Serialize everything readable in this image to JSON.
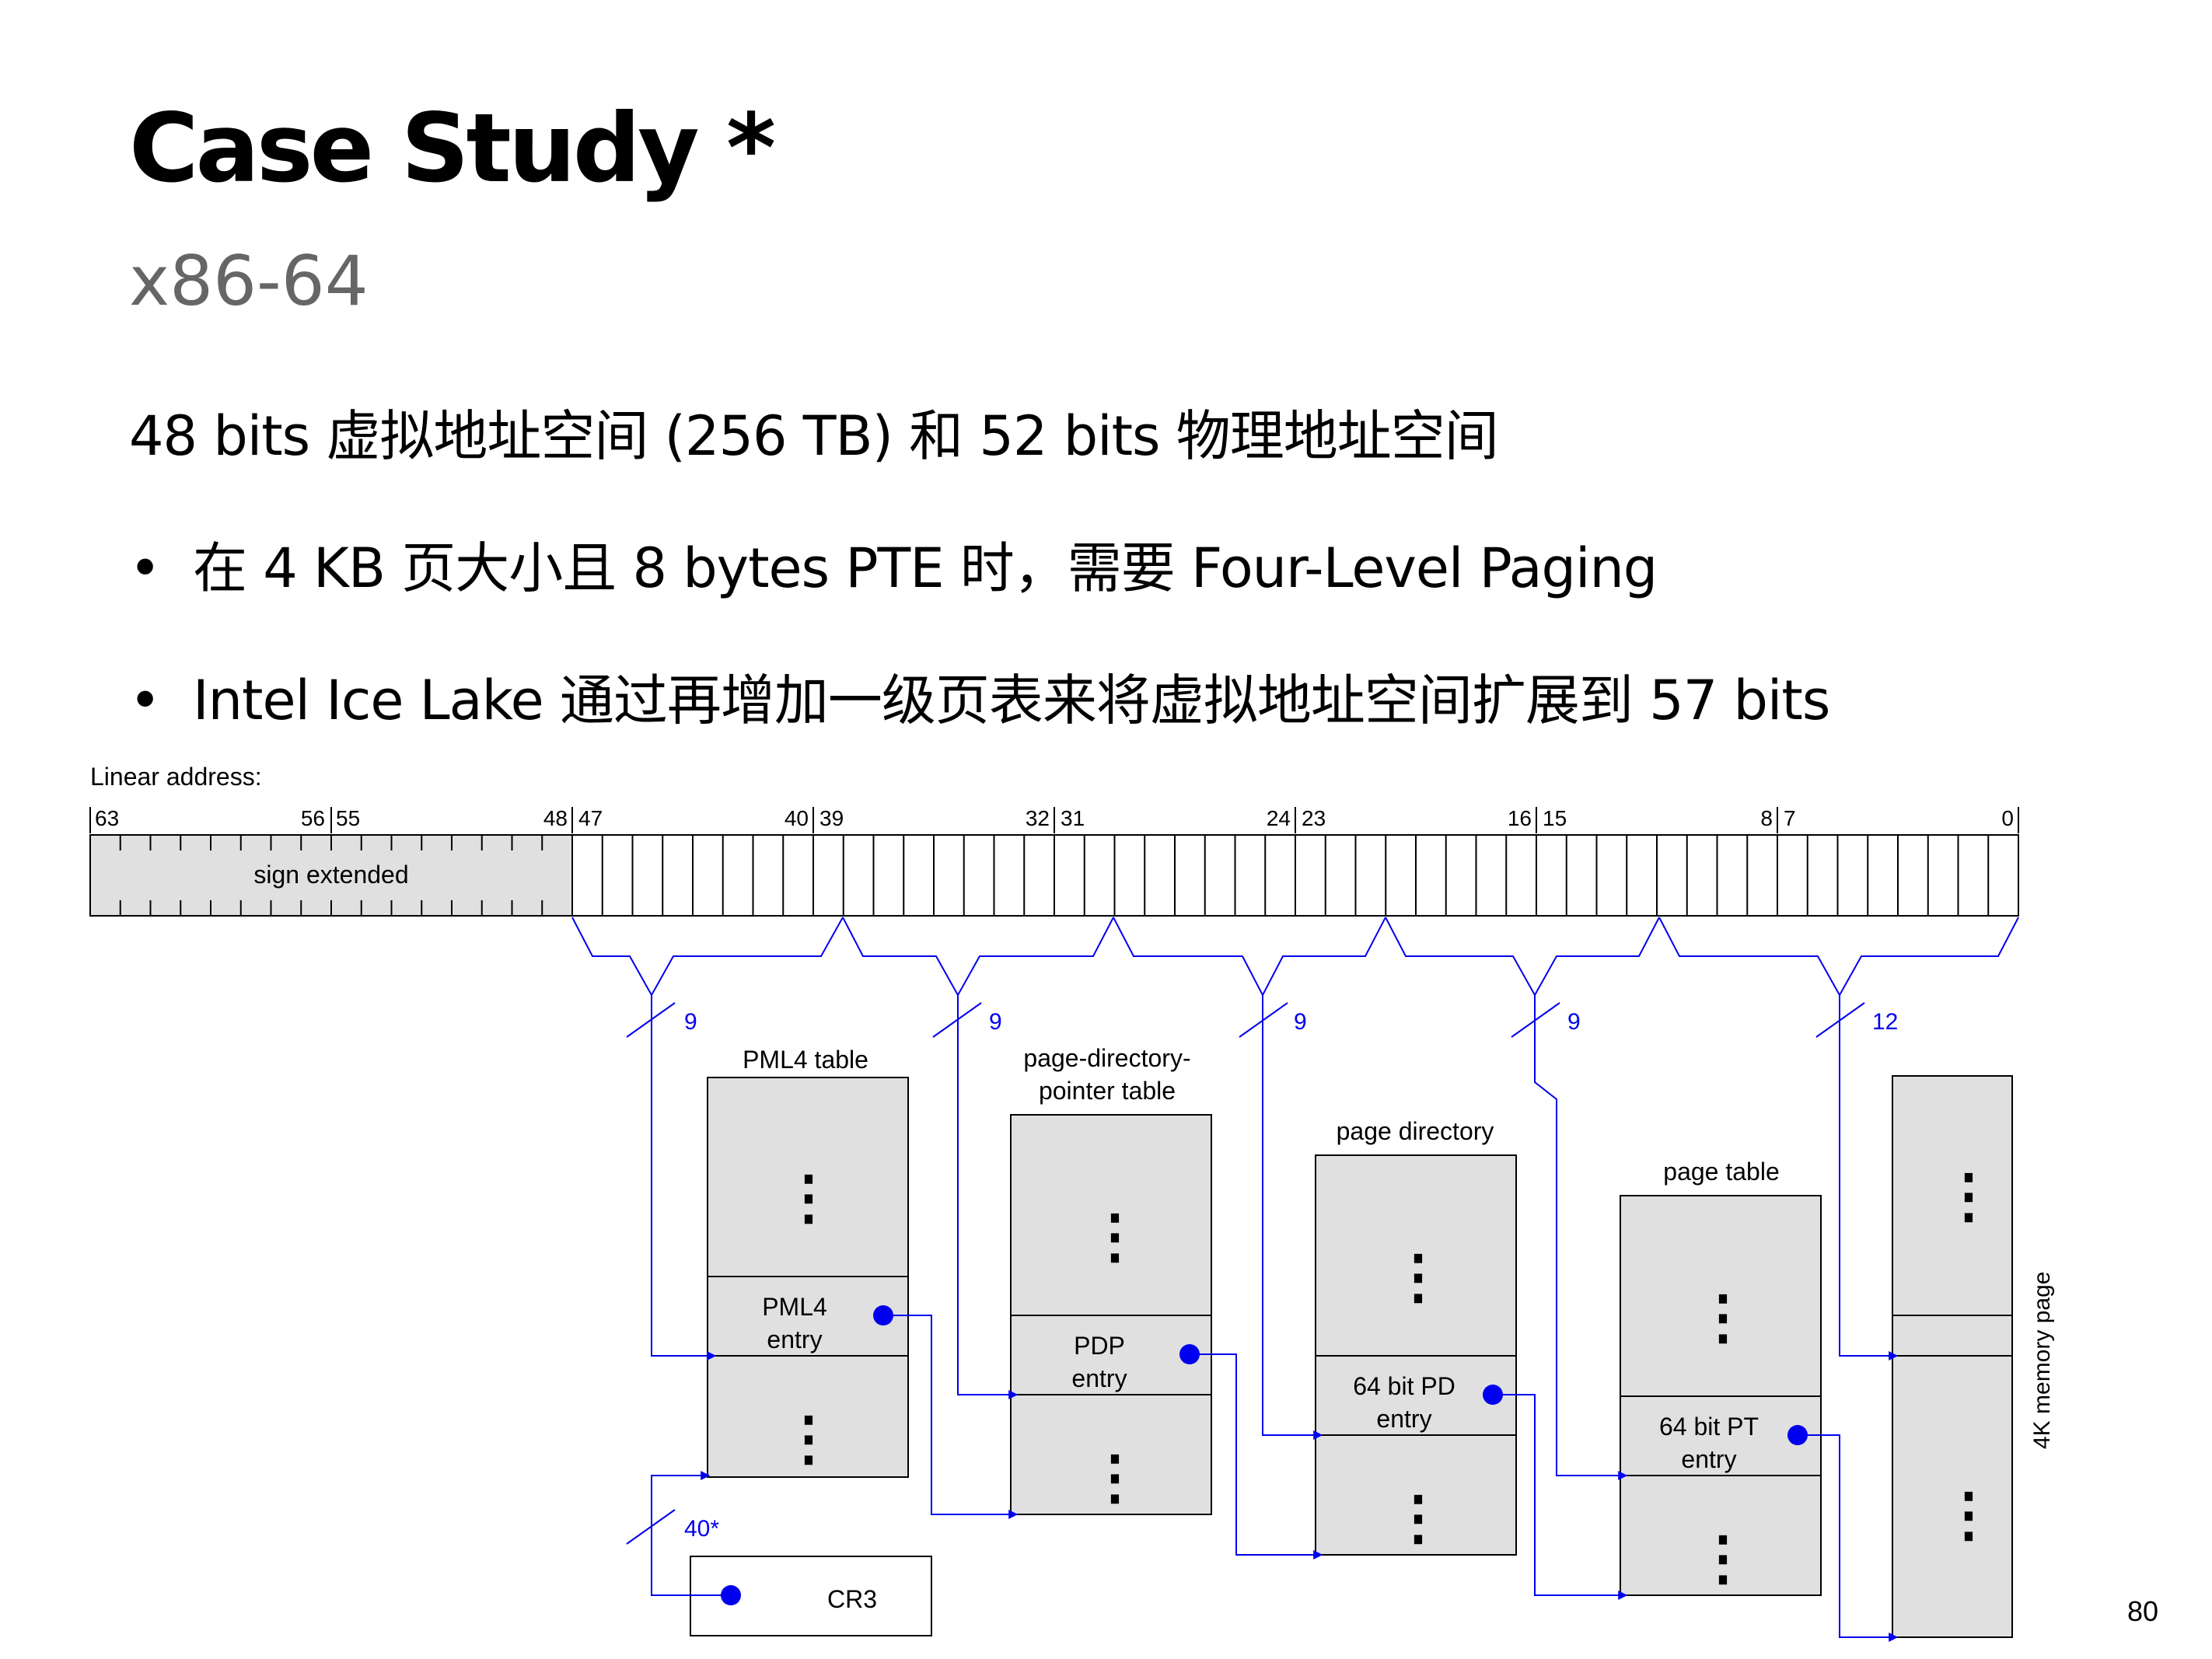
{
  "slide": {
    "title": "Case Study *",
    "subtitle": "x86-64",
    "line1": "48 bits 虚拟地址空间 (256 TB) 和 52 bits 物理地址空间",
    "bullets": [
      "在 4 KB 页大小且 8 bytes PTE 时，需要 Four-Level Paging",
      "Intel Ice Lake 通过再增加一级页表来将虚拟地址空间扩展到 57 bits"
    ],
    "bullet_symbol": "•",
    "page_number": "80"
  },
  "diagram": {
    "linear_address_label": "Linear address:",
    "bit_labels": [
      "63",
      "56",
      "55",
      "48",
      "47",
      "40",
      "39",
      "32",
      "31",
      "24",
      "23",
      "16",
      "15",
      "8",
      "7",
      "0"
    ],
    "sign_extended_label": "sign extended",
    "field_widths": [
      "9",
      "9",
      "9",
      "9",
      "12"
    ],
    "cr3_width": "40*",
    "tables": {
      "pml4": {
        "title": "PML4 table",
        "entry_line1": "PML4",
        "entry_line2": "entry"
      },
      "pdpt": {
        "title_line1": "page-directory-",
        "title_line2": "pointer table",
        "entry_line1": "PDP",
        "entry_line2": "entry"
      },
      "pd": {
        "title": "page directory",
        "entry_line1": "64 bit PD",
        "entry_line2": "entry"
      },
      "pt": {
        "title": "page table",
        "entry_line1": "64 bit PT",
        "entry_line2": "entry"
      },
      "page": {
        "vertical_label": "4K memory page"
      }
    },
    "cr3_label": "CR3",
    "ellipsis": "⋮",
    "colors": {
      "line": "#0000ee",
      "table_fill": "#e0e0e0",
      "stroke": "#000000"
    }
  }
}
